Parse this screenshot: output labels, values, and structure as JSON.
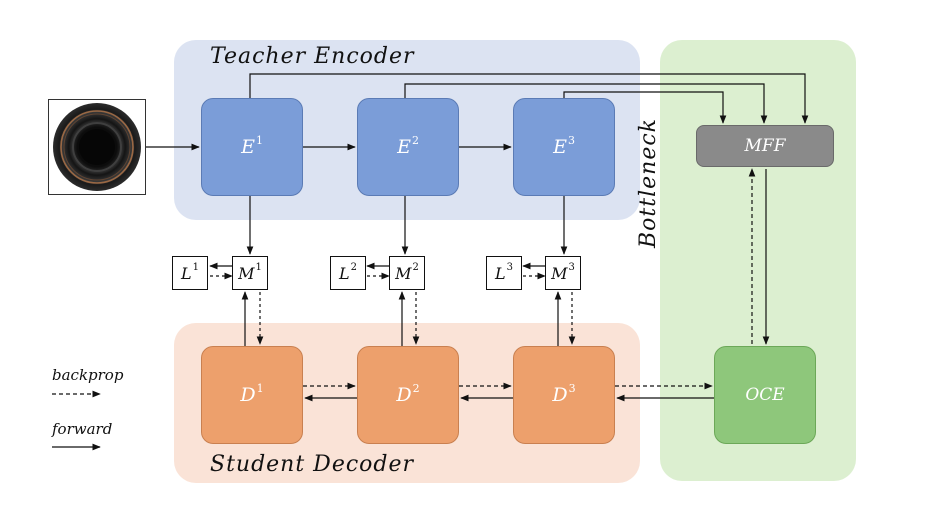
{
  "panels": {
    "encoder_title": "Teacher Encoder",
    "decoder_title": "Student Decoder",
    "bottleneck_title": "Bottleneck"
  },
  "encoders": [
    {
      "base": "E",
      "sup": "1"
    },
    {
      "base": "E",
      "sup": "2"
    },
    {
      "base": "E",
      "sup": "3"
    }
  ],
  "decoders": [
    {
      "base": "D",
      "sup": "1"
    },
    {
      "base": "D",
      "sup": "2"
    },
    {
      "base": "D",
      "sup": "3"
    }
  ],
  "losses": [
    {
      "base": "L",
      "sup": "1"
    },
    {
      "base": "L",
      "sup": "2"
    },
    {
      "base": "L",
      "sup": "3"
    }
  ],
  "memories": [
    {
      "base": "M",
      "sup": "1"
    },
    {
      "base": "M",
      "sup": "2"
    },
    {
      "base": "M",
      "sup": "3"
    }
  ],
  "mff_label": "MFF",
  "oce_label": "OCE",
  "legend": {
    "backprop": "backprop",
    "forward": "forward"
  },
  "colors": {
    "encoder_panel": "#dce3f2",
    "decoder_panel": "#fae3d7",
    "bottleneck_panel": "#dcefd0",
    "encoder_block": "#7b9dd8",
    "decoder_block": "#eda06c",
    "mff_block": "#8a8a8a",
    "oce_block": "#8ec77b"
  },
  "input_image_icon": "ring-photo"
}
